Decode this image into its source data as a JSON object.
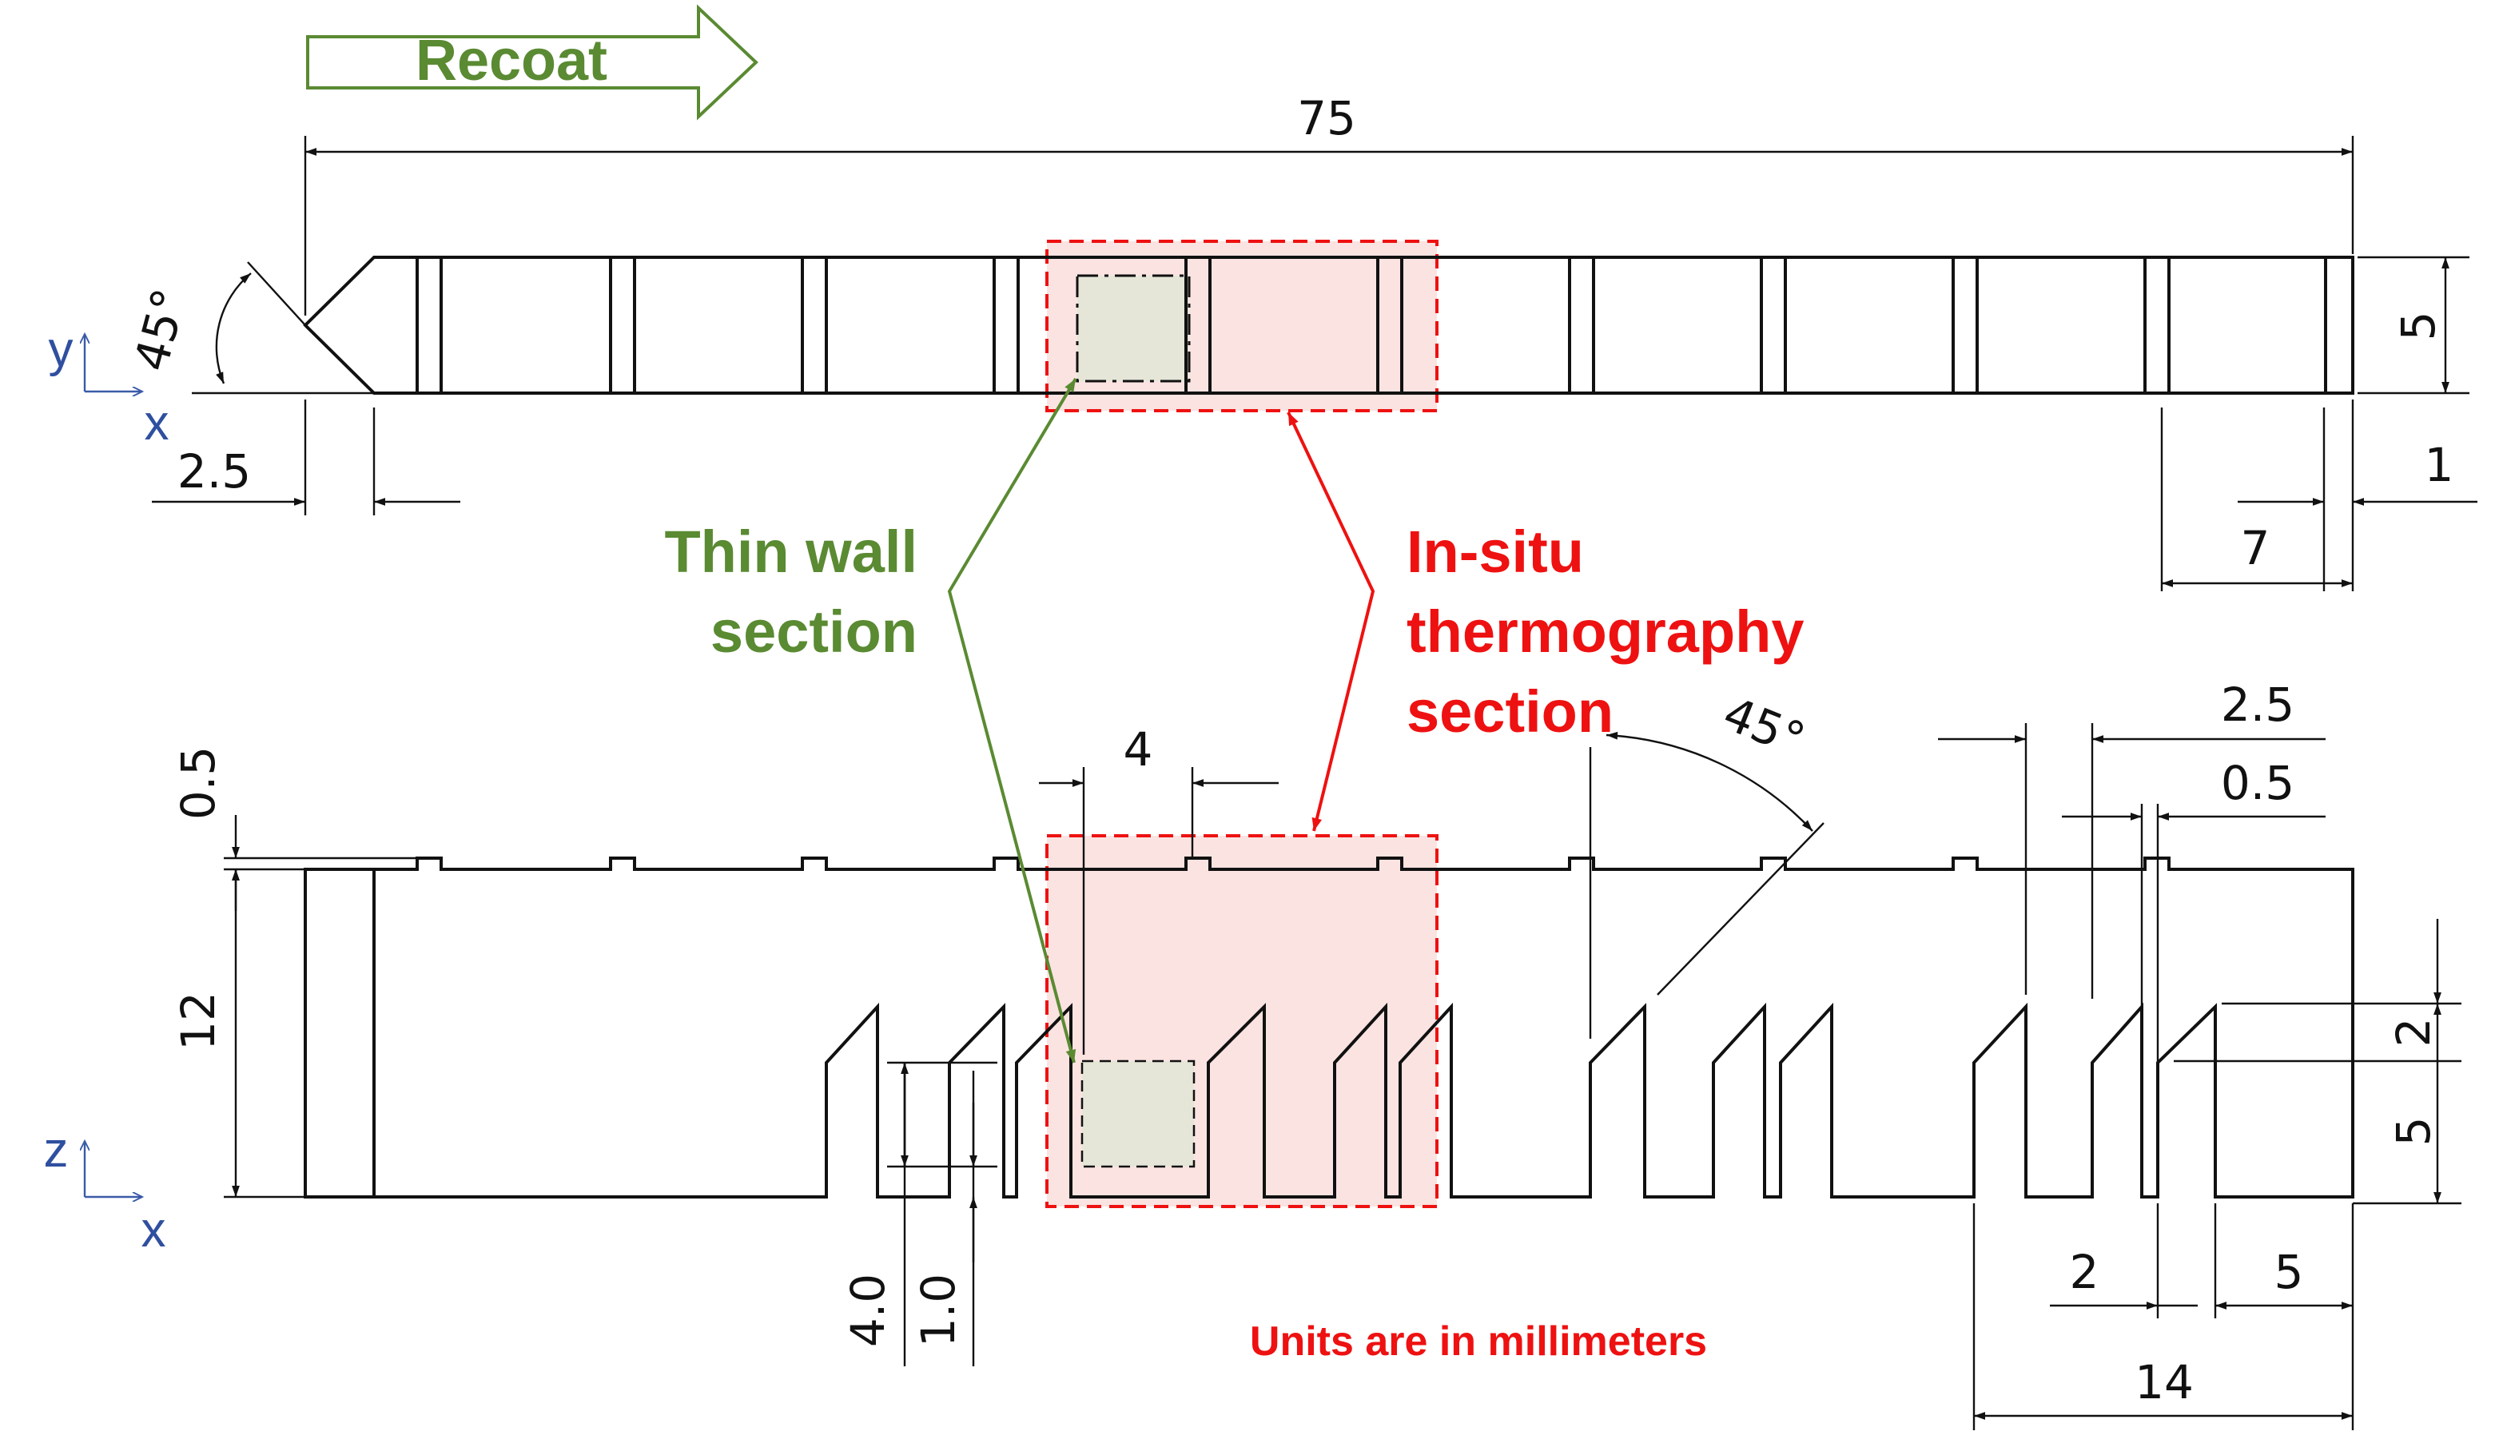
{
  "labels": {
    "recoat": "Recoat",
    "thin_wall_line1": "Thin wall",
    "thin_wall_line2": "section",
    "thermo_line1": "In-situ",
    "thermo_line2": "thermography",
    "thermo_line3": "section",
    "units_note": "Units are in millimeters"
  },
  "axes": {
    "top_vertical": "y",
    "top_horizontal": "x",
    "bottom_vertical": "z",
    "bottom_horizontal": "x"
  },
  "dimensions": {
    "overall_length": "75",
    "chamfer_angle": "45°",
    "chamfer_offset": "2.5",
    "top_height": "5",
    "end_gap": "1",
    "end_offset": "7",
    "rib_height": "0.5",
    "body_height": "12",
    "wall_pitch": "4",
    "fin_angle": "45°",
    "fin_pitch": "2.5",
    "fin_gap": "0.5",
    "fin_top": "2",
    "fin_height": "5",
    "thin_wall_height": "4.0",
    "thin_wall_width": "1.0",
    "fin_spacing": "2",
    "fin_tip_offset": "5",
    "fin_span": "14"
  },
  "colors": {
    "recoat_green": "#5a8a32",
    "section_red": "#ee1111",
    "highlight_pink": "#fbe3e1",
    "thin_wall_fill": "#e5e6d8",
    "axis_blue": "#2f4f9f"
  }
}
